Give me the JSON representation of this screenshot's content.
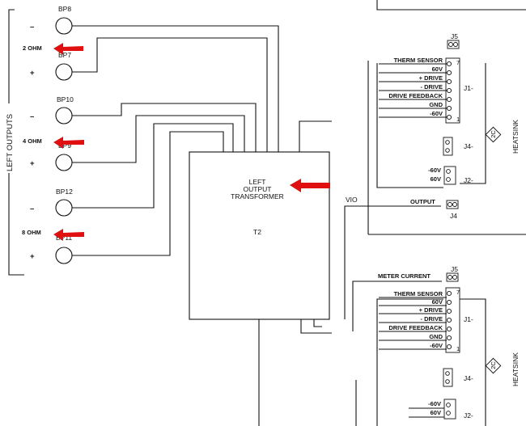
{
  "colors": {
    "arrow": "#e01010",
    "ink": "#111111"
  },
  "left_bracket_label": "LEFT OUTPUTS",
  "binding_posts": [
    {
      "label": "BP8",
      "polarity": "–"
    },
    {
      "label": "BP7",
      "polarity": "+"
    },
    {
      "label": "BP10",
      "polarity": "–"
    },
    {
      "label": "BP9",
      "polarity": "+"
    },
    {
      "label": "BP12",
      "polarity": "–"
    },
    {
      "label": "BP11",
      "polarity": "+"
    }
  ],
  "impedance_labels": [
    "2 OHM",
    "4 OHM",
    "8 OHM"
  ],
  "transformer": {
    "title_lines": [
      "LEFT",
      "OUTPUT",
      "TRANSFORMER"
    ],
    "ref": "T2"
  },
  "vio_label": "VIO",
  "top_module": {
    "connector_j5": "J5",
    "connector_j1": "J1-",
    "connector_j4": "J4-",
    "connector_j2": "J2-",
    "connector_j4b": "J4",
    "heatsink": "HEATSINK",
    "heatsink_code": "2C",
    "j1_pins": [
      "THERM SENSOR",
      "60V",
      "+ DRIVE",
      "- DRIVE",
      "DRIVE FEEDBACK",
      "GND",
      "-60V"
    ],
    "j2_pins": [
      "-60V",
      "60V"
    ],
    "output_label": "OUTPUT",
    "pin_7": "7",
    "pin_1": "1"
  },
  "bottom_module": {
    "meter_label": "METER CURRENT",
    "connector_j5": "J5",
    "connector_j1": "J1-",
    "connector_j4": "J4-",
    "connector_j2": "J2-",
    "heatsink": "HEATSINK",
    "heatsink_code": "2C",
    "j1_pins": [
      "THERM SENSOR",
      "60V",
      "+ DRIVE",
      "- DRIVE",
      "DRIVE FEEDBACK",
      "GND",
      "-60V"
    ],
    "j2_pins": [
      "-60V",
      "60V"
    ],
    "pin_7": "7",
    "pin_1": "1"
  }
}
